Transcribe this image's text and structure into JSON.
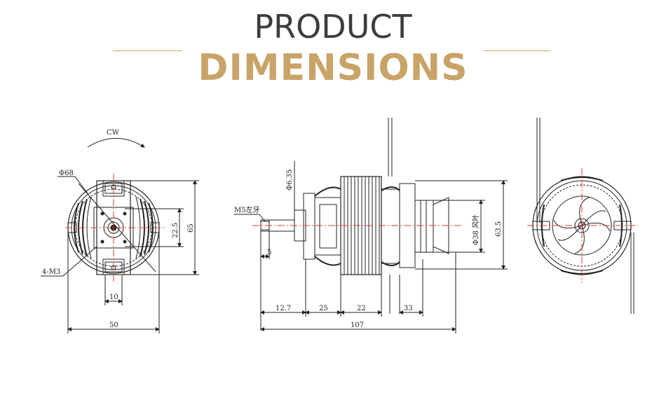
{
  "header": {
    "line1": "PRODUCT",
    "line2": "DIMENSIONS"
  },
  "colors": {
    "accent": "#c9a468",
    "title_dark": "#3d3d3d",
    "line": "#222222",
    "center_line": "#e23b3b"
  },
  "front_view": {
    "rotation_label": "CW",
    "diameter_label": "Φ68",
    "screw_label": "4-M3",
    "dim_10": "10",
    "dim_50": "50",
    "dim_22_5": "22.5",
    "dim_65": "65"
  },
  "side_view": {
    "shaft_dia_label": "Φ6.35",
    "thread_label": "M5左牙",
    "dim_5": "5",
    "dim_12_7": "12.7",
    "dim_25": "25",
    "dim_22": "22",
    "dim_33": "33",
    "dim_107": "107",
    "fan_label": "Φ38 风叶",
    "dim_63_5": "63.5"
  }
}
